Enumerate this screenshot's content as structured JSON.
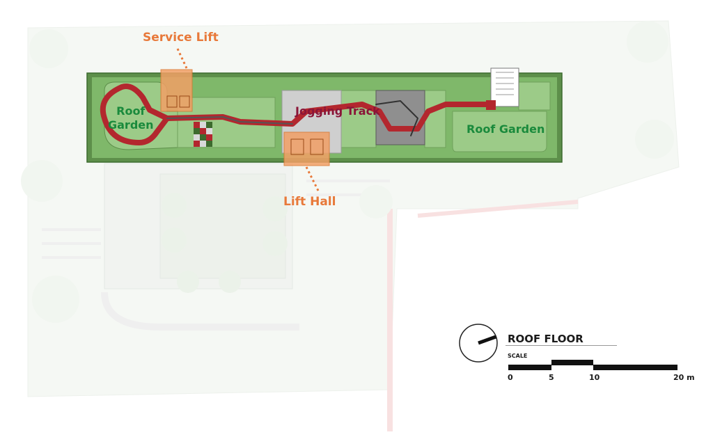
{
  "title": "ROOF FLOOR",
  "scale": {
    "caption": "SCALE",
    "ticks": [
      "0",
      "5",
      "10",
      "20 m"
    ]
  },
  "labels": {
    "service_lift": "Service Lift",
    "lift_hall": "Lift Hall",
    "jogging_track": "Jogging Track",
    "roof_garden_left_line1": "Roof",
    "roof_garden_left_line2": "Garden",
    "roof_garden_right": "Roof Garden"
  },
  "colors": {
    "garden": "#7fb86a",
    "garden_dark": "#4f8a3c",
    "lawn": "#9ccb88",
    "track": "#b3272e",
    "lift": "#f2a066",
    "service_label": "#e8793a",
    "track_label": "#8a1538",
    "garden_label": "#1a8a3c"
  },
  "icons": {
    "north_arrow": "north-arrow-icon"
  }
}
